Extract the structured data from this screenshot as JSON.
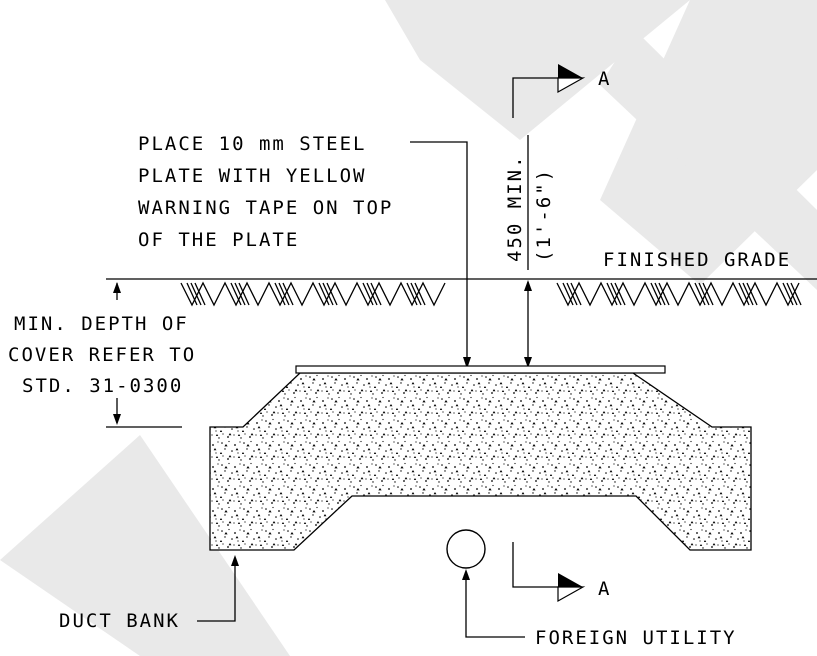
{
  "note": {
    "line1": "PLACE 10 mm STEEL",
    "line2": "PLATE WITH YELLOW",
    "line3": "WARNING TAPE ON TOP",
    "line4": "OF THE PLATE"
  },
  "dimension": {
    "metric": "450 MIN.",
    "imperial": "(1'-6\")"
  },
  "grade_label": "FINISHED GRADE",
  "cover_note": {
    "line1": "MIN. DEPTH OF",
    "line2": "COVER REFER TO",
    "line3": "STD. 31-0300"
  },
  "section_marker": "A",
  "duct_bank_label": "DUCT BANK",
  "foreign_utility_label": "FOREIGN UTILITY",
  "colors": {
    "watermark": "#e9e9e9",
    "ink": "#000000"
  }
}
